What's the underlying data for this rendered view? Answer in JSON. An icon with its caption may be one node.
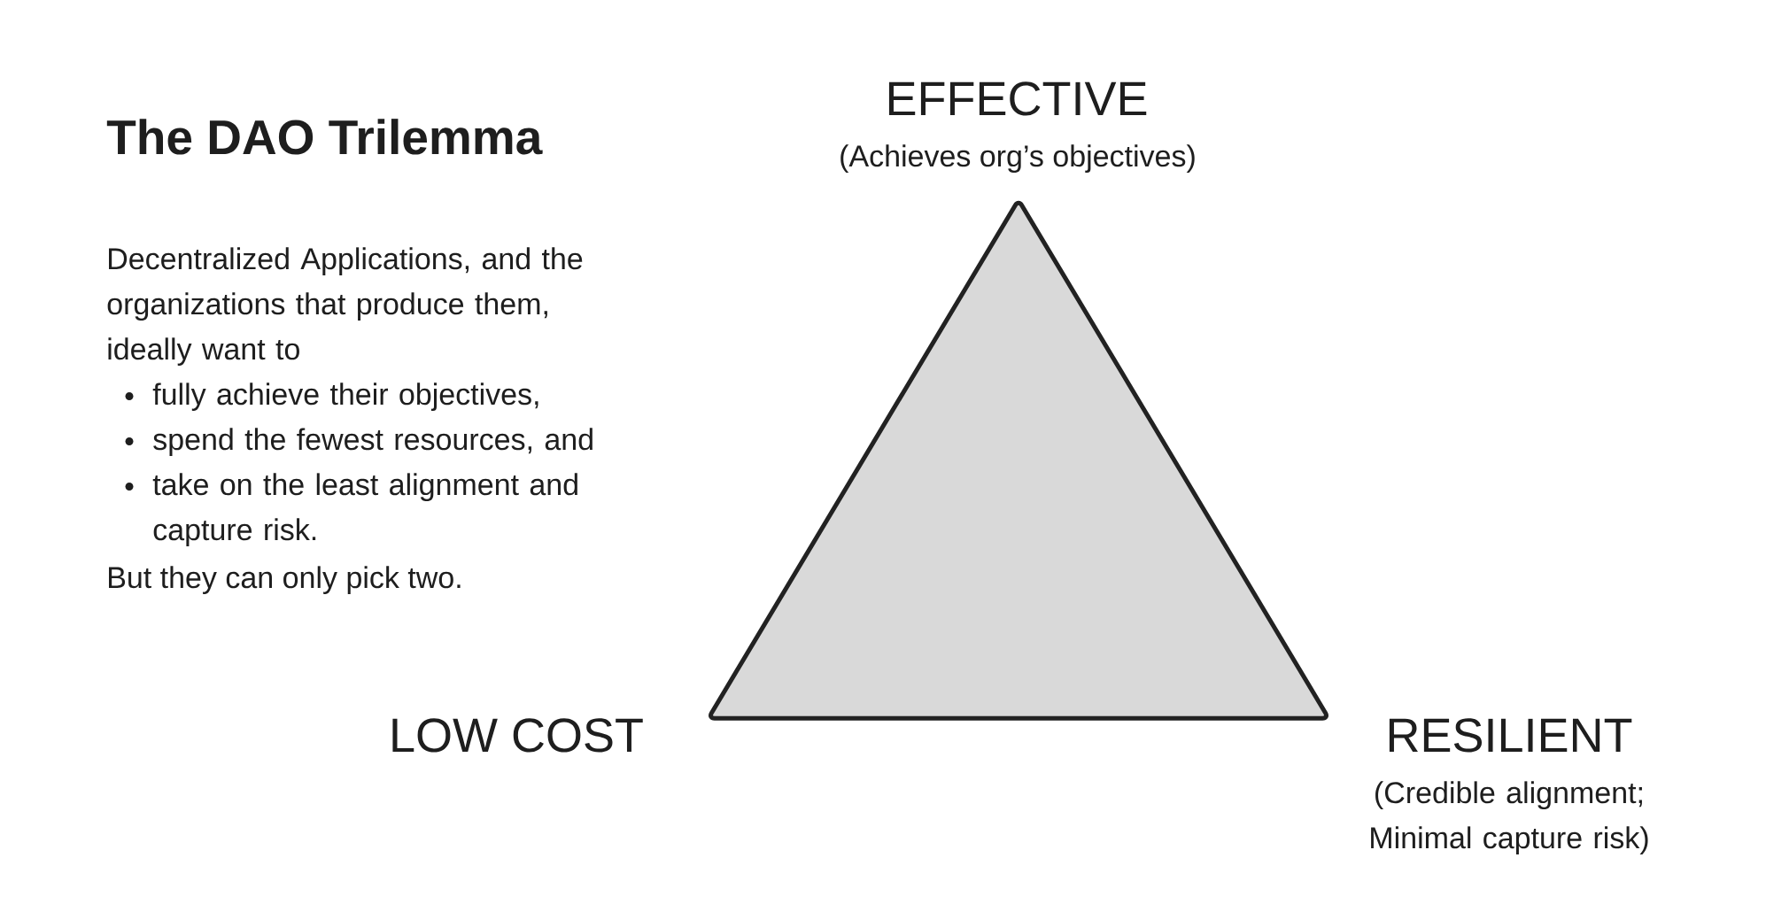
{
  "diagram": {
    "title": "The DAO Trilemma",
    "nodes": [
      {
        "text": [],
        "shape": "triangle",
        "beside": [
          "EFFECTIVE",
          "(Achieves org’s objectives)",
          "LOW COST",
          "RESILIENT",
          "(Credible alignment; Minimal capture risk)"
        ]
      }
    ],
    "labels": [
      "Decentralized Applications, and the organizations that produce them, ideally want to",
      "fully achieve their objectives,",
      "spend the fewest resources, and",
      "take on the least alignment and capture risk.",
      "But they can only pick two."
    ]
  }
}
